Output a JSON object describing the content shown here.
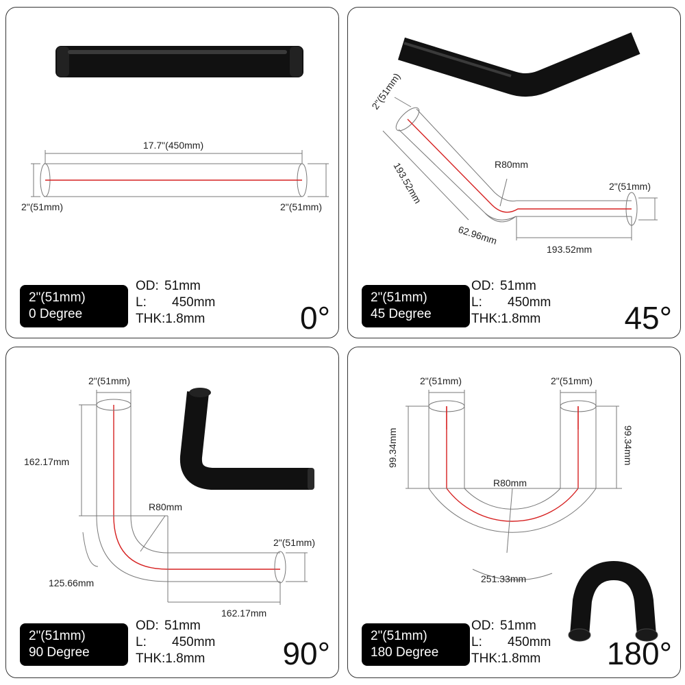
{
  "panels": [
    {
      "id": "0",
      "badge_size": "2\"(51mm)",
      "badge_degree": "0 Degree",
      "specs": {
        "od_label": "OD:",
        "od_value": "51mm",
        "l_label": "L:",
        "l_value": "450mm",
        "thk_label": "THK:",
        "thk_value": "1.8mm"
      },
      "angle": "0°",
      "dims": {
        "length": "17.7\"(450mm)",
        "left_dia": "2\"(51mm)",
        "right_dia": "2\"(51mm)"
      }
    },
    {
      "id": "45",
      "badge_size": "2\"(51mm)",
      "badge_degree": "45 Degree",
      "specs": {
        "od_label": "OD:",
        "od_value": "51mm",
        "l_label": "L:",
        "l_value": "450mm",
        "thk_label": "THK:",
        "thk_value": "1.8mm"
      },
      "angle": "45°",
      "dims": {
        "top_dia": "2\"(51mm)",
        "leg_left": "193.52mm",
        "radius": "R80mm",
        "arc": "62.96mm",
        "leg_right": "193.52mm",
        "right_dia": "2\"(51mm)"
      }
    },
    {
      "id": "90",
      "badge_size": "2\"(51mm)",
      "badge_degree": "90 Degree",
      "specs": {
        "od_label": "OD:",
        "od_value": "51mm",
        "l_label": "L:",
        "l_value": "450mm",
        "thk_label": "THK:",
        "thk_value": "1.8mm"
      },
      "angle": "90°",
      "dims": {
        "top_dia": "2\"(51mm)",
        "leg_vertical": "162.17mm",
        "radius": "R80mm",
        "arc": "125.66mm",
        "right_dia": "2\"(51mm)",
        "leg_horizontal": "162.17mm"
      }
    },
    {
      "id": "180",
      "badge_size": "2\"(51mm)",
      "badge_degree": "180 Degree",
      "specs": {
        "od_label": "OD:",
        "od_value": "51mm",
        "l_label": "L:",
        "l_value": "450mm",
        "thk_label": "THK:",
        "thk_value": "1.8mm"
      },
      "angle": "180°",
      "dims": {
        "left_dia": "2\"(51mm)",
        "right_dia": "2\"(51mm)",
        "leg_left": "99.34mm",
        "leg_right": "99.34mm",
        "radius": "R80mm",
        "arc": "251.33mm"
      }
    }
  ]
}
